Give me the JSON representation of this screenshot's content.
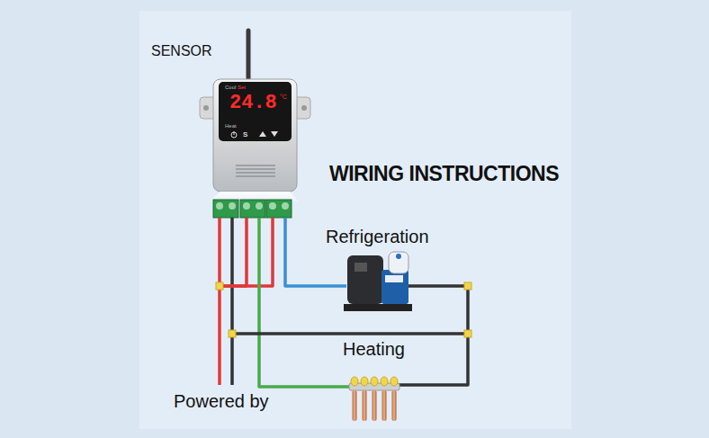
{
  "diagram": {
    "title": "WIRING INSTRUCTIONS",
    "labels": [
      "SENSOR",
      "Cool",
      "Set",
      "Heat",
      "24.8",
      "°C",
      "S",
      "Refrigeration",
      "Heating",
      "Powered by"
    ]
  }
}
